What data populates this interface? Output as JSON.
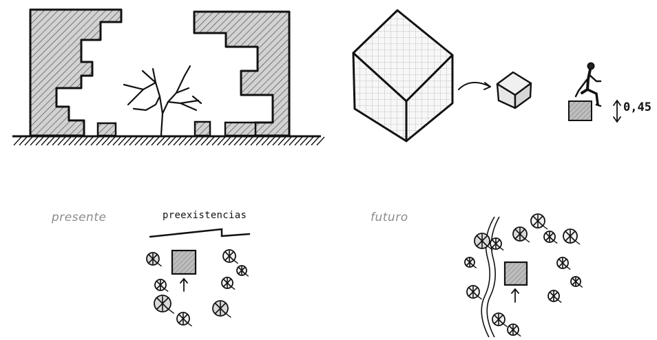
{
  "labels": {
    "presente": "presente",
    "futuro": "futuro",
    "preexistencias": "preexistencias",
    "height_value": "0,45"
  },
  "colors": {
    "ink": "#111111",
    "hatch_fill": "#c8c8c8",
    "label_grey": "#8c8c8c"
  }
}
